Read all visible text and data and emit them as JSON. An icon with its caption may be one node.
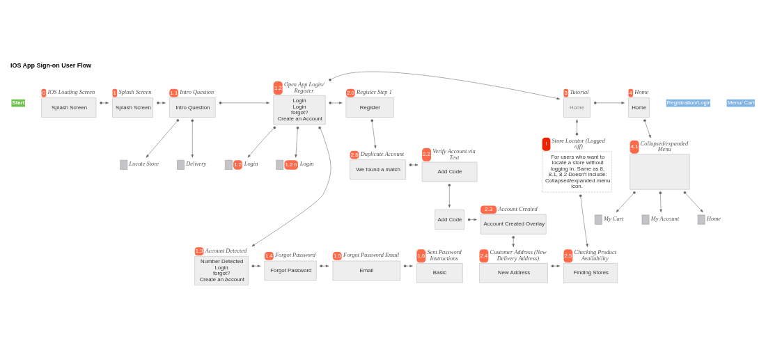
{
  "diagram": {
    "title": "IOS App Sign-on User Flow",
    "nodes": [
      {
        "text": [
          "Start"
        ]
      },
      {
        "text": [
          "Splash Screen"
        ],
        "beside": [
          "0",
          "IOS Loading Screen"
        ]
      },
      {
        "text": [
          "Splash Screen"
        ],
        "beside": [
          "1",
          "Splash Screen"
        ]
      },
      {
        "text": [
          "Intro Question"
        ],
        "beside": [
          "1.1",
          "Intro Question"
        ]
      },
      {
        "text": [],
        "shape": "document",
        "beside": [
          "Delivery"
        ]
      },
      {
        "text": [],
        "shape": "document",
        "beside": [
          "Locate Store"
        ]
      },
      {
        "text": [
          "Login",
          "Login",
          "forgot?",
          "Create an Account"
        ],
        "beside": [
          "1.2",
          "Open App Login/ Register"
        ]
      },
      {
        "text": [
          "1.2",
          "Login"
        ]
      },
      {
        "text": [
          "1.2 b",
          "Login"
        ]
      },
      {
        "text": [
          "Register"
        ],
        "beside": [
          "2.0",
          "Register Step 1"
        ]
      },
      {
        "text": [
          "Home"
        ],
        "beside": [
          "3",
          "Tutorial"
        ]
      },
      {
        "text": [
          "Home"
        ],
        "beside": [
          "4",
          "Home"
        ]
      },
      {
        "text": [
          "We found a match"
        ],
        "beside": [
          "2.6",
          "Duplicate Account"
        ]
      },
      {
        "text": [
          "Add Code"
        ],
        "beside": [
          "2.2",
          "Verify Account via Text"
        ]
      },
      {
        "text": [
          "Add Code"
        ]
      },
      {
        "text": [
          "Account Created Overlay"
        ],
        "beside": [
          "2.3",
          "Account Created"
        ]
      },
      {
        "text": [
          "For users who want to locate a store without logging in. Same as 8, 8.1, 8.2 Doesn't include: Collapsed/expanded menu icon."
        ],
        "beside": [
          "!",
          "Store Locator (Logged off)"
        ]
      },
      {
        "text": [],
        "shape": "box",
        "beside": [
          "4.1",
          "Collapsed/expanded Menu"
        ]
      },
      {
        "text": [],
        "shape": "document",
        "beside": [
          "Home"
        ]
      },
      {
        "text": [],
        "shape": "document",
        "beside": [
          "My Cart"
        ]
      },
      {
        "text": [],
        "shape": "document",
        "beside": [
          "My Account"
        ]
      },
      {
        "text": [
          "Number Detected",
          "Login",
          "forgot?",
          "Create an Account"
        ],
        "beside": [
          "1.3",
          "Account Detected"
        ]
      },
      {
        "text": [
          "Forgot Password"
        ],
        "beside": [
          "1.4",
          "Forgot Password"
        ]
      },
      {
        "text": [
          "Email"
        ],
        "beside": [
          "1.5",
          "Forgot Password Email"
        ]
      },
      {
        "text": [
          "Basic"
        ],
        "beside": [
          "1.6",
          "Sent Password Instructions"
        ]
      },
      {
        "text": [
          "New Address"
        ],
        "beside": [
          "2.4",
          "Customer Address (New Delivery Address)"
        ]
      },
      {
        "text": [
          "Finding Stores"
        ],
        "beside": [
          "2.5",
          "Checking Product Availability"
        ]
      }
    ],
    "edges": [
      {
        "from": 1,
        "to": 2,
        "arrow": "to"
      },
      {
        "from": 2,
        "to": 3,
        "arrow": "to"
      },
      {
        "from": 3,
        "to": 6,
        "arrow": "to"
      },
      {
        "from": 3,
        "to": 4,
        "arrow": "to"
      },
      {
        "from": 3,
        "to": 5,
        "arrow": "to"
      },
      {
        "from": 6,
        "to": 7,
        "arrow": "to"
      },
      {
        "from": 6,
        "to": 8,
        "arrow": "to"
      },
      {
        "from": 6,
        "to": 9,
        "arrow": "to"
      },
      {
        "from": 6,
        "to": 10,
        "arrow": "to"
      },
      {
        "from": 6,
        "to": 21,
        "arrow": "to"
      },
      {
        "from": 9,
        "to": 12,
        "arrow": "to"
      },
      {
        "from": 12,
        "to": 13,
        "arrow": "to"
      },
      {
        "from": 13,
        "to": 14,
        "arrow": "to"
      },
      {
        "from": 14,
        "to": 15,
        "arrow": "to"
      },
      {
        "from": 15,
        "to": 25,
        "arrow": "to"
      },
      {
        "from": 25,
        "to": 26,
        "arrow": "to"
      },
      {
        "from": 16,
        "to": 26,
        "arrow": "to"
      },
      {
        "from": 16,
        "to": 10,
        "arrow": "to"
      },
      {
        "from": 10,
        "to": 11,
        "arrow": "to"
      },
      {
        "from": 11,
        "to": 17,
        "arrow": "to"
      },
      {
        "from": 17,
        "to": 18,
        "arrow": "to"
      },
      {
        "from": 17,
        "to": 19,
        "arrow": "to"
      },
      {
        "from": 17,
        "to": 20,
        "arrow": "to"
      },
      {
        "from": 21,
        "to": 22,
        "arrow": "to"
      },
      {
        "from": 22,
        "to": 23,
        "arrow": "to"
      },
      {
        "from": 23,
        "to": 24,
        "arrow": "to"
      }
    ],
    "labels": [
      "Registration/Login",
      "Menu/ Cart"
    ]
  }
}
